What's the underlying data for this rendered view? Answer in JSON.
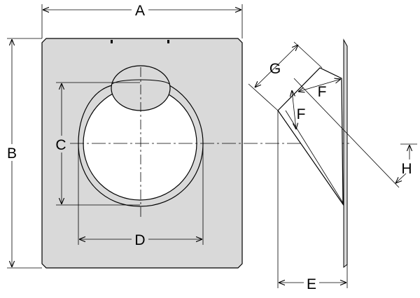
{
  "diagram": {
    "labels": {
      "A": "A",
      "B": "B",
      "C": "C",
      "D": "D",
      "E": "E",
      "F_upper": "F",
      "F_lower": "F",
      "G": "G",
      "H": "H"
    },
    "colors": {
      "plate_fill": "#d9d9d9",
      "line": "#000000",
      "background": "#ffffff"
    }
  }
}
